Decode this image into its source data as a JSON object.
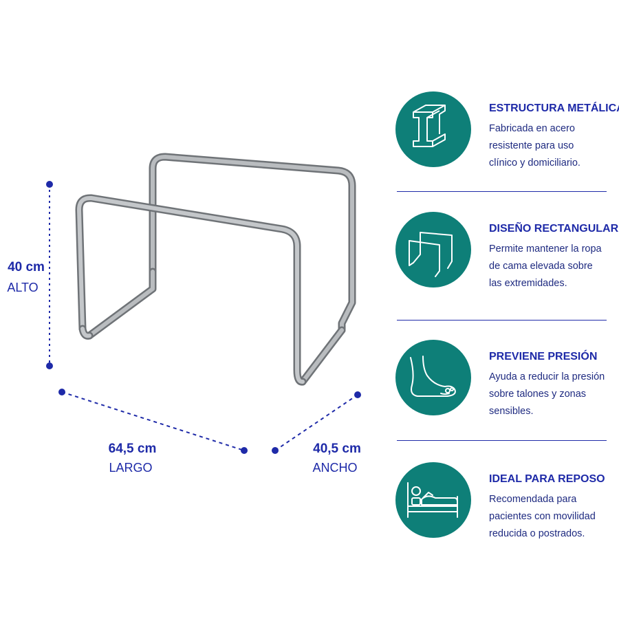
{
  "dimensions": {
    "height": {
      "value": "40 cm",
      "label": "ALTO"
    },
    "length": {
      "value": "64,5 cm",
      "label": "LARGO"
    },
    "width": {
      "value": "40,5 cm",
      "label": "ANCHO"
    }
  },
  "features": [
    {
      "icon": "steel-beam-icon",
      "title": "ESTRUCTURA METÁLICA",
      "lines": [
        "Fabricada en acero",
        "resistente para uso",
        "clínico y domiciliario."
      ]
    },
    {
      "icon": "rectangular-frame-icon",
      "title": "DISEÑO RECTANGULAR",
      "lines": [
        "Permite mantener la ropa",
        "de cama elevada sobre",
        "las extremidades."
      ]
    },
    {
      "icon": "foot-icon",
      "title": "PREVIENE PRESIÓN",
      "lines": [
        "Ayuda a reducir la presión",
        "sobre talones y zonas",
        "sensibles."
      ]
    },
    {
      "icon": "patient-in-bed-icon",
      "title": "IDEAL PARA REPOSO",
      "lines": [
        "Recomendada para",
        "pacientes con movilidad",
        "reducida o postrados."
      ]
    }
  ],
  "colors": {
    "accent": "#1e2aa8",
    "teal": "#0e7f78",
    "frame": "#9a9ea2"
  }
}
